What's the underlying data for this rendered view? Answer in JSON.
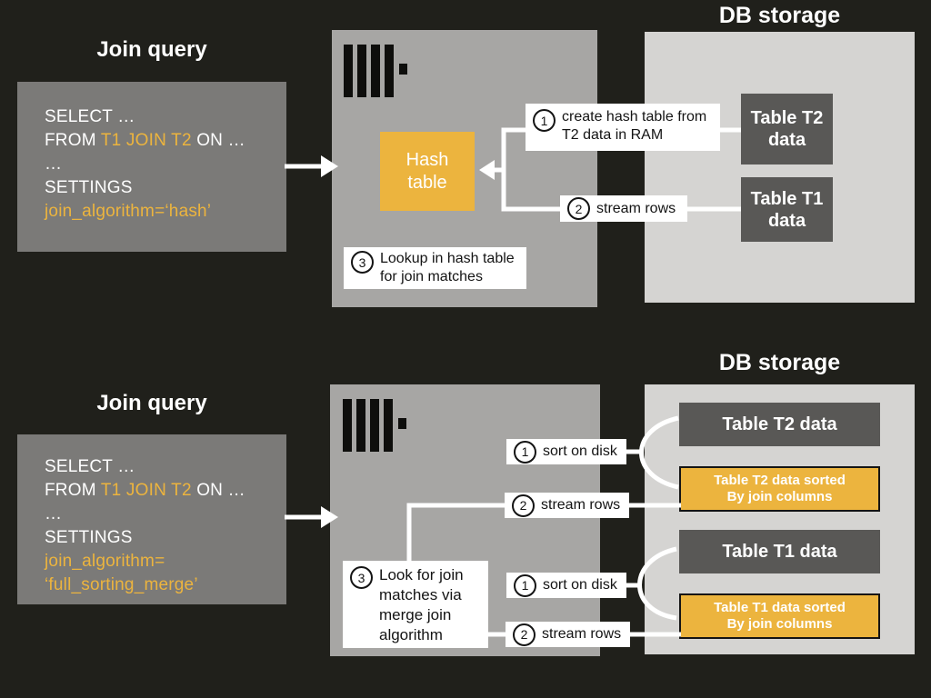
{
  "colors": {
    "background": "#20201b",
    "query_box": "#7b7a78",
    "server_box": "#a7a6a4",
    "storage_box": "#d5d4d2",
    "table_box": "#595856",
    "accent_orange": "#ecb43e",
    "connector_white": "#ffffff",
    "label_bg": "#ffffff",
    "label_text": "#141414"
  },
  "hash_join": {
    "query_title": "Join query",
    "query": {
      "l1": "SELECT …",
      "l2a": "FROM ",
      "l2b": "T1 JOIN T2",
      "l2c": " ON …",
      "l3": "…",
      "l4": "SETTINGS",
      "l5": "join_algorithm=‘hash’"
    },
    "server": {
      "hash_table_l1": "Hash",
      "hash_table_l2": "table"
    },
    "storage": {
      "title": "DB storage",
      "t2_l1": "Table T2",
      "t2_l2": "data",
      "t1_l1": "Table T1",
      "t1_l2": "data"
    },
    "steps": {
      "create_hash": {
        "num": "1",
        "l1": "create hash table from",
        "l2": "T2 data in RAM"
      },
      "stream": {
        "num": "2",
        "text": "stream rows"
      },
      "lookup": {
        "num": "3",
        "l1": "Lookup in hash table",
        "l2": "for join matches"
      }
    }
  },
  "merge_join": {
    "query_title": "Join query",
    "query": {
      "l1": "SELECT …",
      "l2a": "FROM ",
      "l2b": "T1 JOIN T2",
      "l2c": " ON …",
      "l3": "…",
      "l4": "SETTINGS",
      "l5": "join_algorithm=",
      "l6": "‘full_sorting_merge’"
    },
    "storage": {
      "title": "DB storage",
      "t2": "Table T2 data",
      "t2_sorted_l1": "Table T2 data sorted",
      "t2_sorted_l2": "By join columns",
      "t1": "Table T1 data",
      "t1_sorted_l1": "Table T1 data sorted",
      "t1_sorted_l2": "By join columns"
    },
    "steps": {
      "t2_sort": {
        "num": "1",
        "text": "sort on disk"
      },
      "t2_stream": {
        "num": "2",
        "text": "stream rows"
      },
      "look": {
        "num": "3",
        "l1": "Look for join",
        "l2": "matches via",
        "l3": "merge join",
        "l4": "algorithm"
      },
      "t1_sort": {
        "num": "1",
        "text": "sort on disk"
      },
      "t1_stream": {
        "num": "2",
        "text": "stream rows"
      }
    }
  }
}
